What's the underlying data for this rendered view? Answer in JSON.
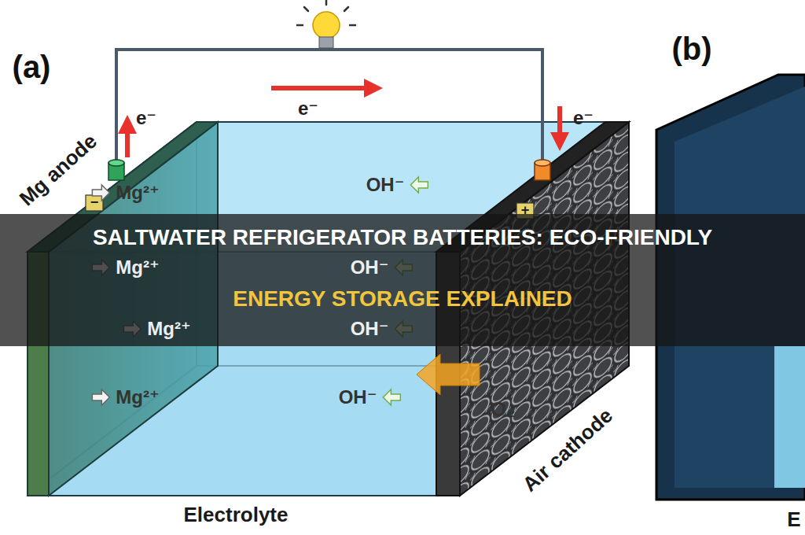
{
  "diagram": {
    "labels": [
      "(a)",
      "(b)",
      "e⁻",
      "e⁻",
      "e⁻",
      "Mg anode",
      "Air cathode",
      "Electrolyte",
      "Mg²⁺",
      "Mg²⁺",
      "Mg²⁺",
      "Mg²⁺",
      "OH⁻",
      "OH⁻",
      "OH⁻",
      "OH⁻",
      "O₂",
      "−",
      "+",
      "E",
      "SALTWATER REFRIGERATOR BATTERIES: ECO-FRIENDLY",
      "ENERGY STORAGE EXPLAINED"
    ]
  }
}
